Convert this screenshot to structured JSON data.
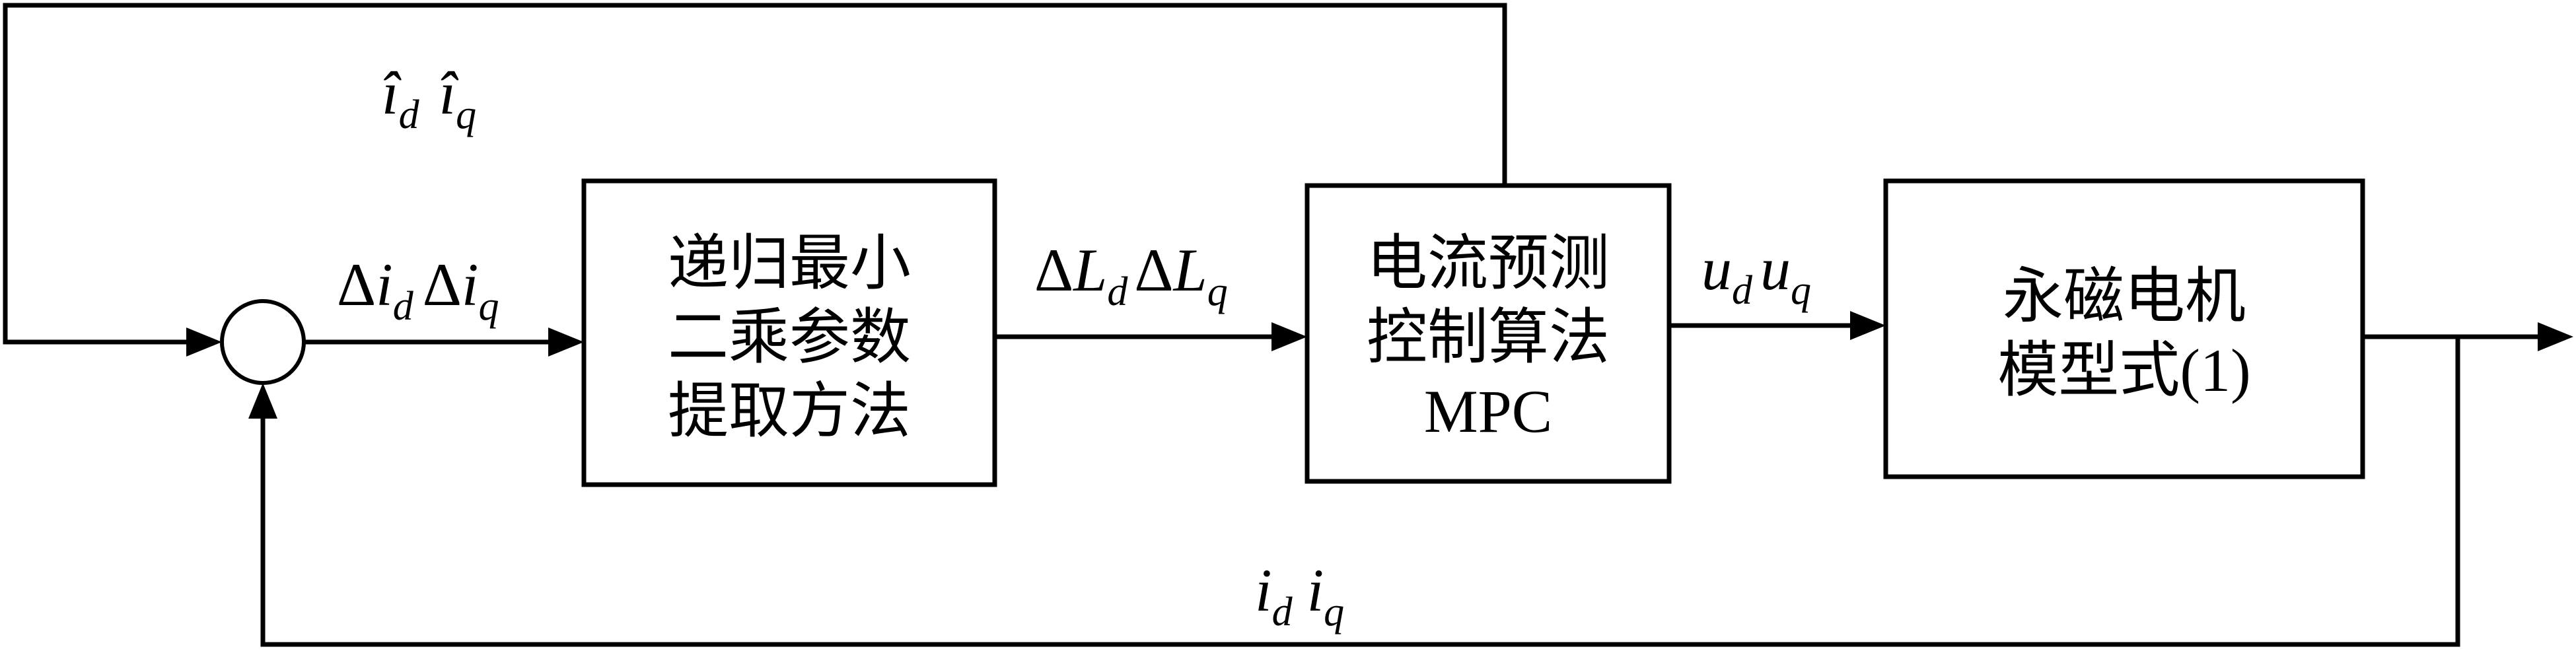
{
  "colors": {
    "stroke": "#000000",
    "background": "#ffffff"
  },
  "blocks": {
    "rls": {
      "lines": [
        "递归最小",
        "二乘参数",
        "提取方法"
      ]
    },
    "mpc": {
      "lines": [
        "电流预测",
        "控制算法",
        "MPC"
      ]
    },
    "motor": {
      "lines": [
        "永磁电机",
        "模型式(1)"
      ]
    }
  },
  "signals": {
    "i_hat": [
      {
        "var": "î",
        "sub": "d"
      },
      {
        "var": "î",
        "sub": "q"
      }
    ],
    "delta_i": [
      {
        "prefix": "Δ",
        "var": "i",
        "sub": "d"
      },
      {
        "prefix": "Δ",
        "var": "i",
        "sub": "q"
      }
    ],
    "delta_L": [
      {
        "prefix": "Δ",
        "var": "L",
        "sub": "d"
      },
      {
        "prefix": "Δ",
        "var": "L",
        "sub": "q"
      }
    ],
    "u": [
      {
        "var": "u",
        "sub": "d"
      },
      {
        "var": "u",
        "sub": "q"
      }
    ],
    "i": [
      {
        "var": "i",
        "sub": "d"
      },
      {
        "var": "i",
        "sub": "q"
      }
    ]
  }
}
